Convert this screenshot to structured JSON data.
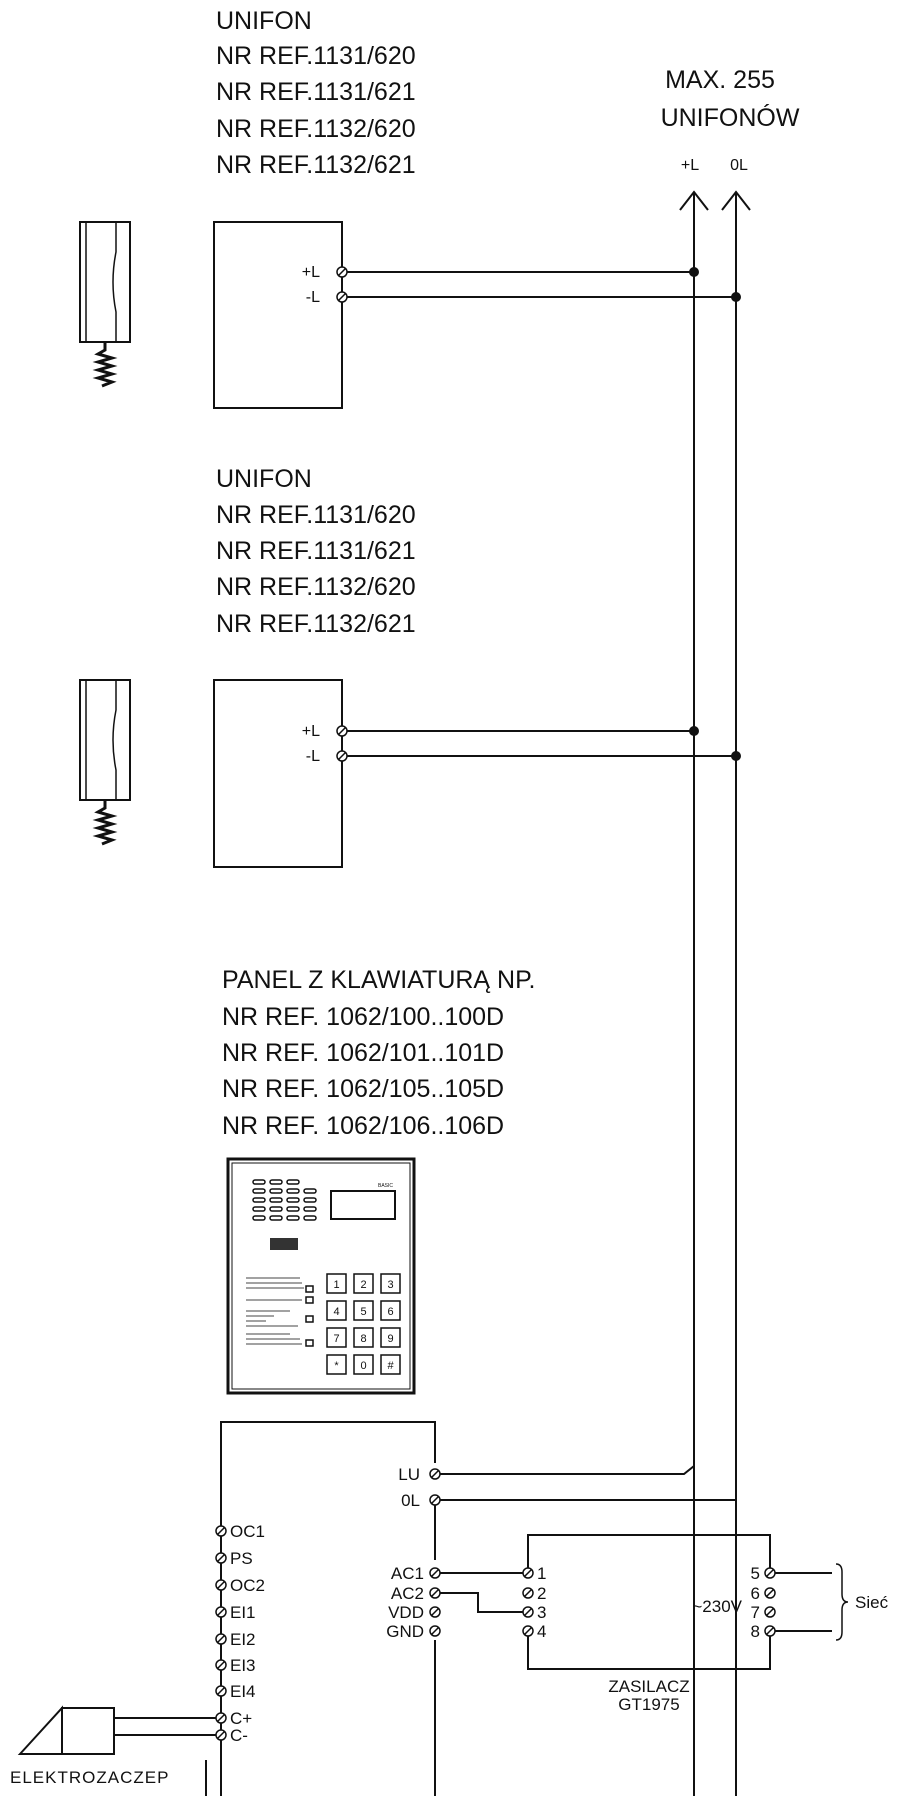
{
  "unifon_blocks": [
    {
      "title": "UNIFON",
      "refs": [
        "NR REF.1131/620",
        "NR REF.1131/621",
        "NR REF.1132/620",
        "NR REF.1132/621"
      ],
      "terminals": [
        "+L",
        "-L"
      ]
    },
    {
      "title": "UNIFON",
      "refs": [
        "NR REF.1131/620",
        "NR REF.1131/621",
        "NR REF.1132/620",
        "NR REF.1132/621"
      ],
      "terminals": [
        "+L",
        "-L"
      ]
    }
  ],
  "bus": {
    "max_line1": "MAX. 255",
    "max_line2": "UNIFONÓW",
    "plus_label": "+L",
    "zero_label": "0L"
  },
  "panel": {
    "lines": [
      "PANEL Z KLAWIATURĄ NP.",
      "NR REF. 1062/100..100D",
      "NR REF. 1062/101..101D",
      "NR REF. 1062/105..105D",
      "NR REF. 1062/106..106D"
    ],
    "display_tag": "BASIC",
    "keys": [
      "1",
      "2",
      "3",
      "4",
      "5",
      "6",
      "7",
      "8",
      "9",
      "*",
      "0",
      "#"
    ]
  },
  "controller": {
    "bus_terminals": [
      "LU",
      "0L"
    ],
    "left_terminals": [
      "OC1",
      "PS",
      "OC2",
      "EI1",
      "EI2",
      "EI3",
      "EI4",
      "C+",
      "C-"
    ],
    "power_terminals": [
      "AC1",
      "AC2",
      "VDD",
      "GND"
    ]
  },
  "psu": {
    "left_terminals": [
      "1",
      "2",
      "3",
      "4"
    ],
    "right_terminals": [
      "5",
      "6",
      "7",
      "8"
    ],
    "voltage": "~230V",
    "name_line1": "ZASILACZ",
    "name_line2": "GT1975",
    "mains": "Sieć"
  },
  "lock": {
    "label": "ELEKTROZACZEP"
  }
}
